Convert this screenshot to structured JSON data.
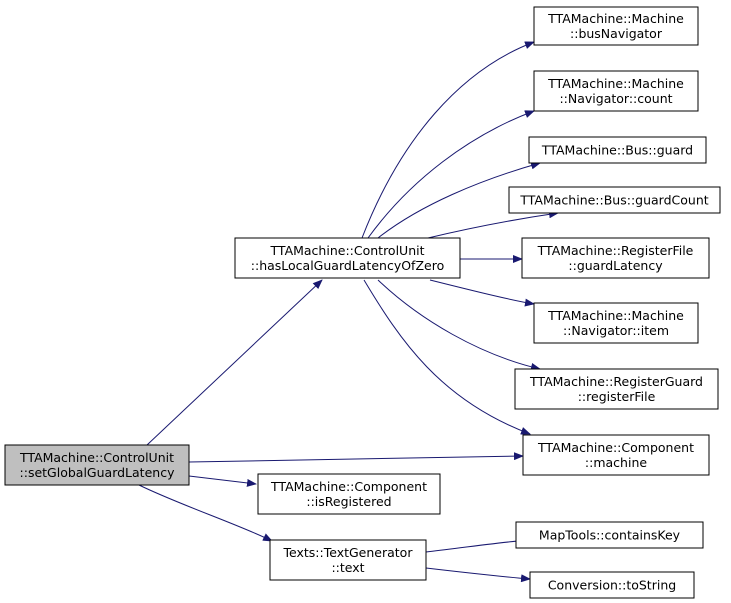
{
  "nodes": [
    {
      "id": "root",
      "lines": [
        "TTAMachine::ControlUnit",
        "::setGlobalGuardLatency"
      ]
    },
    {
      "id": "hasZero",
      "lines": [
        "TTAMachine::ControlUnit",
        "::hasLocalGuardLatencyOfZero"
      ]
    },
    {
      "id": "busNav",
      "lines": [
        "TTAMachine::Machine",
        "::busNavigator"
      ]
    },
    {
      "id": "navCount",
      "lines": [
        "TTAMachine::Machine",
        "::Navigator::count"
      ]
    },
    {
      "id": "busGuard",
      "lines": [
        "TTAMachine::Bus::guard"
      ]
    },
    {
      "id": "busGuardCount",
      "lines": [
        "TTAMachine::Bus::guardCount"
      ]
    },
    {
      "id": "rfGuardLat",
      "lines": [
        "TTAMachine::RegisterFile",
        "::guardLatency"
      ]
    },
    {
      "id": "navItem",
      "lines": [
        "TTAMachine::Machine",
        "::Navigator::item"
      ]
    },
    {
      "id": "rgRegFile",
      "lines": [
        "TTAMachine::RegisterGuard",
        "::registerFile"
      ]
    },
    {
      "id": "compMachine",
      "lines": [
        "TTAMachine::Component",
        "::machine"
      ]
    },
    {
      "id": "compIsReg",
      "lines": [
        "TTAMachine::Component",
        "::isRegistered"
      ]
    },
    {
      "id": "textGen",
      "lines": [
        "Texts::TextGenerator",
        "::text"
      ]
    },
    {
      "id": "mapContains",
      "lines": [
        "MapTools::containsKey"
      ]
    },
    {
      "id": "convToString",
      "lines": [
        "Conversion::toString"
      ]
    }
  ],
  "edges": [
    {
      "from": "root",
      "to": "hasZero"
    },
    {
      "from": "root",
      "to": "compMachine"
    },
    {
      "from": "root",
      "to": "compIsReg"
    },
    {
      "from": "root",
      "to": "textGen"
    },
    {
      "from": "hasZero",
      "to": "busNav"
    },
    {
      "from": "hasZero",
      "to": "navCount"
    },
    {
      "from": "hasZero",
      "to": "busGuard"
    },
    {
      "from": "hasZero",
      "to": "busGuardCount"
    },
    {
      "from": "hasZero",
      "to": "rfGuardLat"
    },
    {
      "from": "hasZero",
      "to": "navItem"
    },
    {
      "from": "hasZero",
      "to": "rgRegFile"
    },
    {
      "from": "hasZero",
      "to": "compMachine"
    },
    {
      "from": "textGen",
      "to": "mapContains"
    },
    {
      "from": "textGen",
      "to": "convToString"
    }
  ],
  "colors": {
    "edge": "#191970",
    "root_fill": "#bfbfbf",
    "node_fill": "#ffffff",
    "border": "#000000"
  }
}
